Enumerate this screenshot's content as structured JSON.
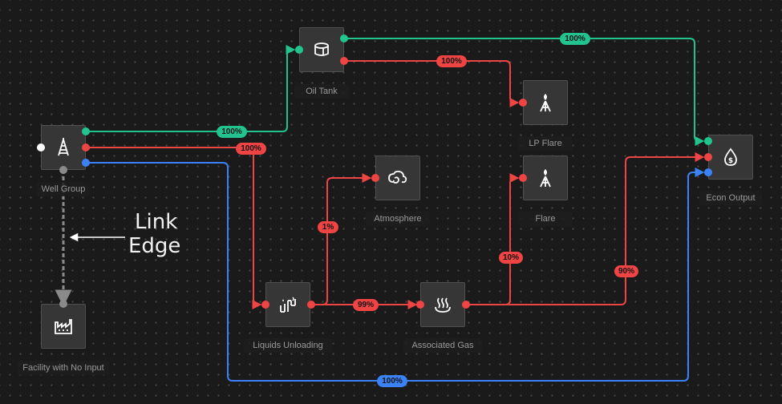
{
  "colors": {
    "green": "#22c38e",
    "red": "#ef4444",
    "blue": "#3b82f6",
    "gray": "#8a8a8a",
    "white": "#ffffff"
  },
  "nodes": {
    "oil_tank": {
      "label": "Oil Tank",
      "icon": "tank-icon"
    },
    "well_group": {
      "label": "Well Group",
      "icon": "oil-derrick-icon"
    },
    "lp_flare": {
      "label": "LP Flare",
      "icon": "flare-icon"
    },
    "atmosphere": {
      "label": "Atmosphere",
      "icon": "cloud-icon"
    },
    "flare": {
      "label": "Flare",
      "icon": "flare-icon"
    },
    "econ_output": {
      "label": "Econ Output",
      "icon": "dollar-drop-icon"
    },
    "liquids_unloading": {
      "label": "Liquids Unloading",
      "icon": "liquids-unloading-icon"
    },
    "associated_gas": {
      "label": "Associated Gas",
      "icon": "gas-heat-icon"
    },
    "facility": {
      "label": "Facility with No Input",
      "icon": "factory-icon"
    }
  },
  "edges": {
    "oil_tank_econ": "100%",
    "oil_tank_lp_flare": "100%",
    "well_oil_tank": "100%",
    "well_liquids": "100%",
    "liquids_atmosphere": "1%",
    "liquids_associated_gas": "99%",
    "associated_gas_flare": "10%",
    "associated_gas_econ": "90%",
    "well_econ_blue": "100%"
  },
  "annotation": {
    "line1": "Link",
    "line2": "Edge"
  }
}
